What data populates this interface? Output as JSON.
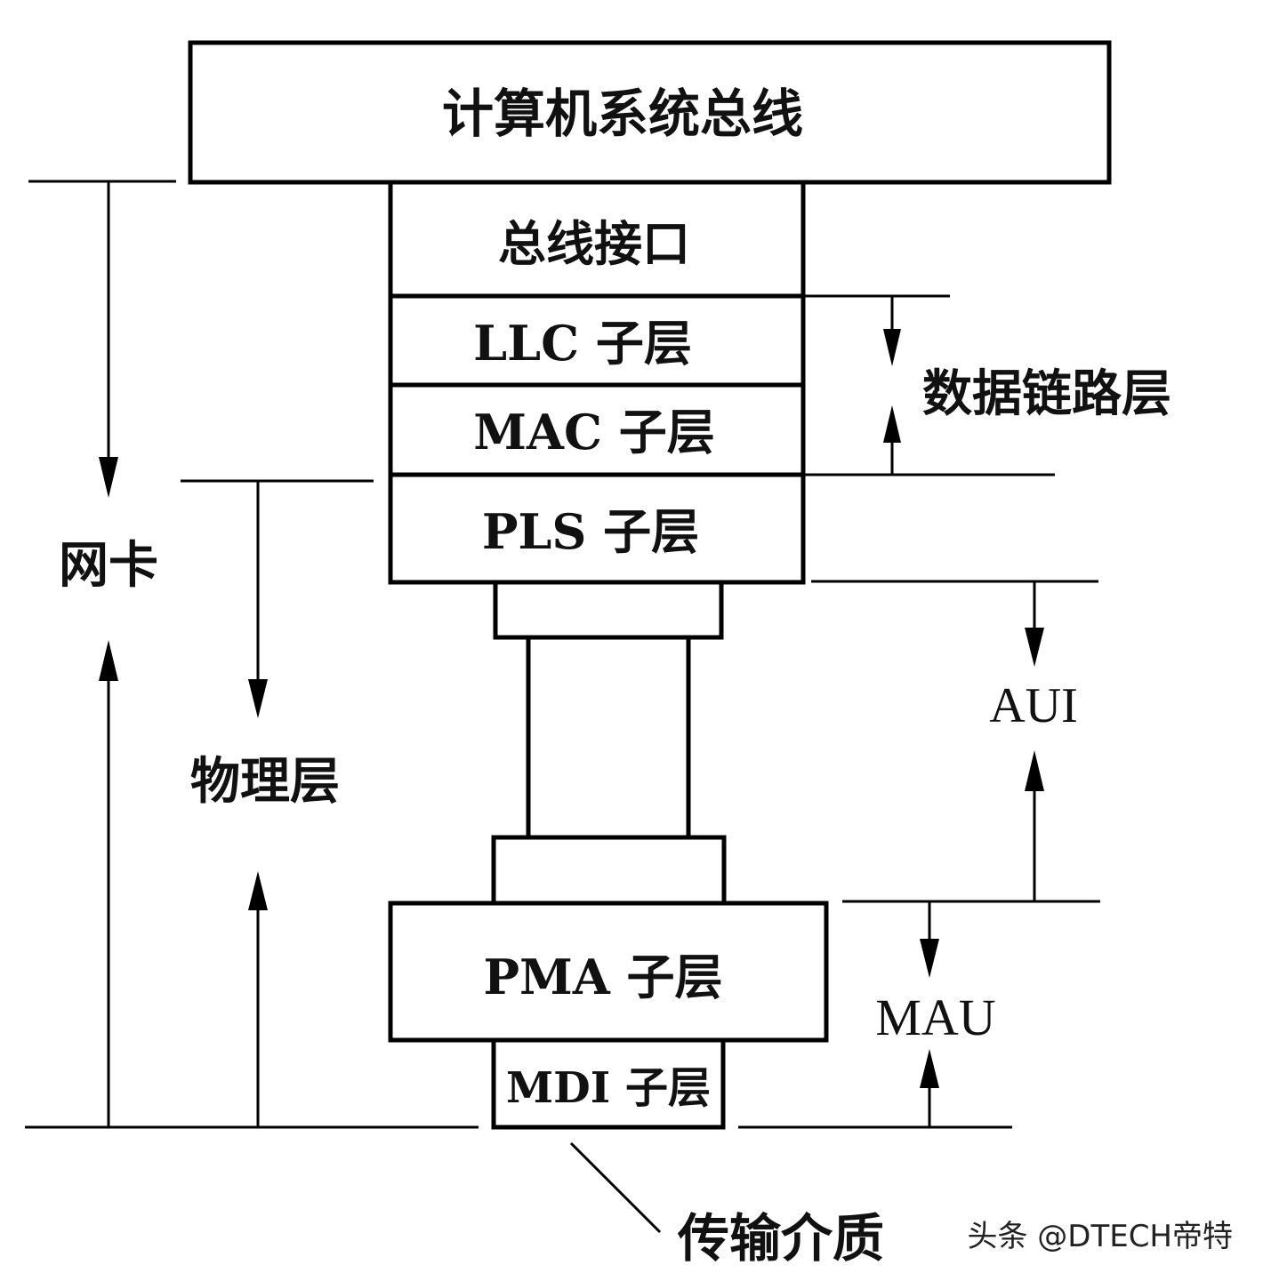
{
  "blocks": {
    "system_bus": "计算机系统总线",
    "bus_interface": "总线接口",
    "llc_sublayer": "LLC 子层",
    "mac_sublayer": "MAC 子层",
    "pls_sublayer": "PLS 子层",
    "pma_sublayer": "PMA 子层",
    "mdi_sublayer": "MDI 子层"
  },
  "labels": {
    "data_link_layer": "数据链路层",
    "network_card": "网卡",
    "physical_layer": "物理层",
    "aui": "AUI",
    "mau": "MAU",
    "transmission_medium": "传输介质"
  },
  "watermark": "头条 @DTECH帝特"
}
